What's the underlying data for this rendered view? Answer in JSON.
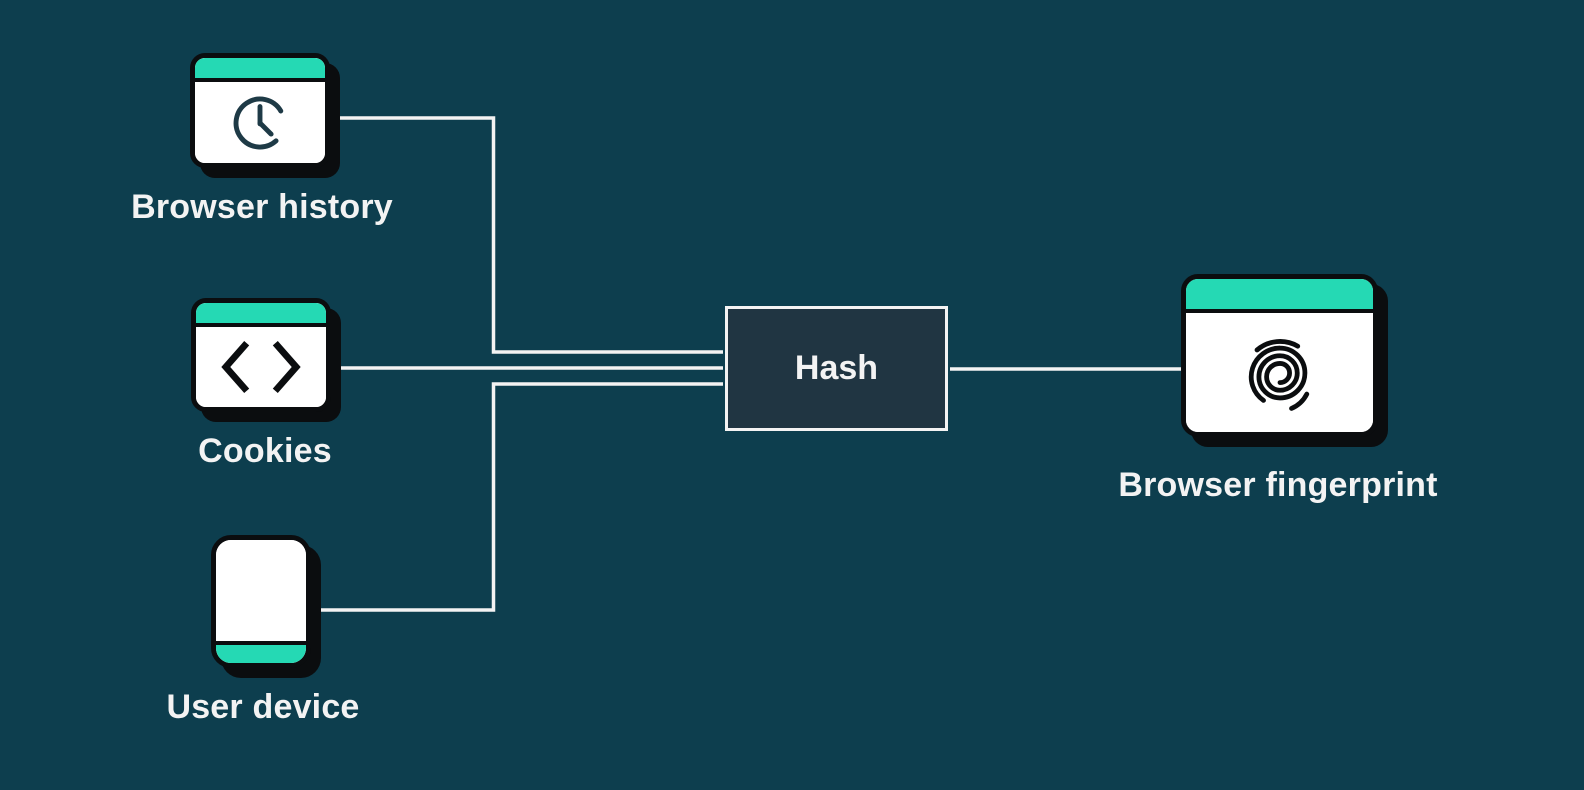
{
  "theme": {
    "bg": "#0d3e4e",
    "line": "#f3f3f3",
    "teal": "#25d9b4",
    "ink": "#0b0d0f",
    "hash-bg": "#203542",
    "text": "#f3f3f3",
    "clock-ink": "#1e3a46"
  },
  "nodes": {
    "browser_history": {
      "label": "Browser history",
      "icon": "clock-icon"
    },
    "cookies": {
      "label": "Cookies",
      "icon": "code-brackets-icon"
    },
    "user_device": {
      "label": "User device",
      "icon": "mobile-device-icon"
    },
    "hash": {
      "label": "Hash"
    },
    "browser_fingerprint": {
      "label": "Browser fingerprint",
      "icon": "fingerprint-icon"
    }
  },
  "connections": [
    {
      "from": "browser_history",
      "to": "hash"
    },
    {
      "from": "cookies",
      "to": "hash"
    },
    {
      "from": "user_device",
      "to": "hash"
    },
    {
      "from": "hash",
      "to": "browser_fingerprint"
    }
  ]
}
